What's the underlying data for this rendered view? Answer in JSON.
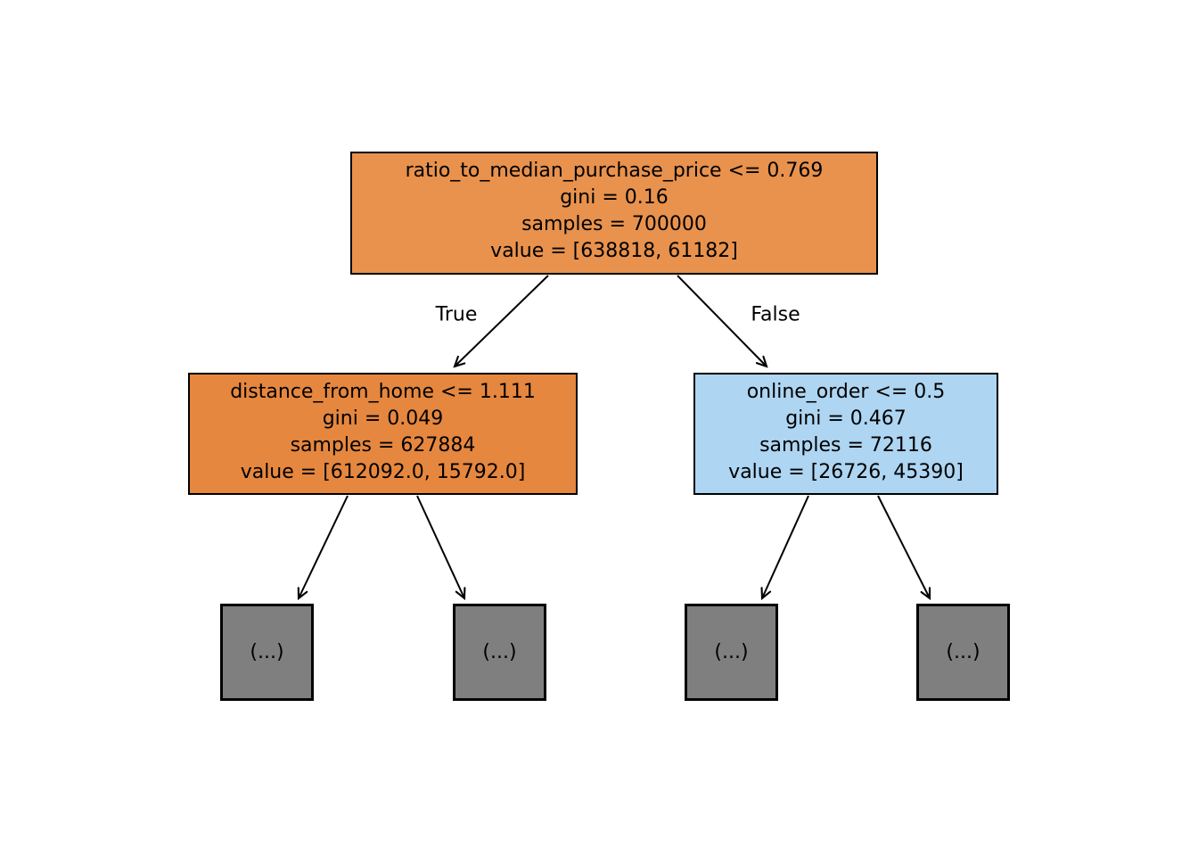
{
  "diagram": {
    "type": "decision-tree",
    "colors": {
      "background": "#ffffff",
      "text": "#000000",
      "border": "#000000",
      "root_fill": "#e8924e",
      "left_fill": "#e6873f",
      "right_fill": "#aed5f1",
      "leaf_fill": "#7f7f7f"
    },
    "edge_labels": {
      "true": "True",
      "false": "False"
    },
    "nodes": {
      "root": {
        "lines": [
          "ratio_to_median_purchase_price <= 0.769",
          "gini = 0.16",
          "samples = 700000",
          "value = [638818, 61182]"
        ]
      },
      "left": {
        "lines": [
          "distance_from_home <= 1.111",
          "gini = 0.049",
          "samples = 627884",
          "value = [612092.0, 15792.0]"
        ]
      },
      "right": {
        "lines": [
          "online_order <= 0.5",
          "gini = 0.467",
          "samples = 72116",
          "value = [26726, 45390]"
        ]
      }
    },
    "leaf_label": "(...)"
  }
}
